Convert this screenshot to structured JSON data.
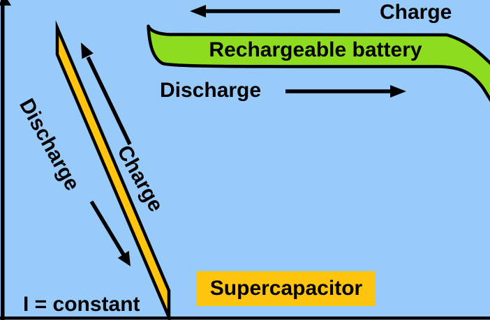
{
  "diagram": {
    "colors": {
      "background": "#99cbfa",
      "battery_band": "#8edc20",
      "supercapacitor_band": "#ffc40d",
      "outline_and_text": "#000000"
    },
    "battery": {
      "label": "Rechargeable battery",
      "charge_label": "Charge",
      "discharge_label": "Discharge"
    },
    "supercapacitor": {
      "label": "Supercapacitor",
      "charge_label": "Charge",
      "discharge_label": "Discharge",
      "current_note": "I = constant"
    }
  }
}
